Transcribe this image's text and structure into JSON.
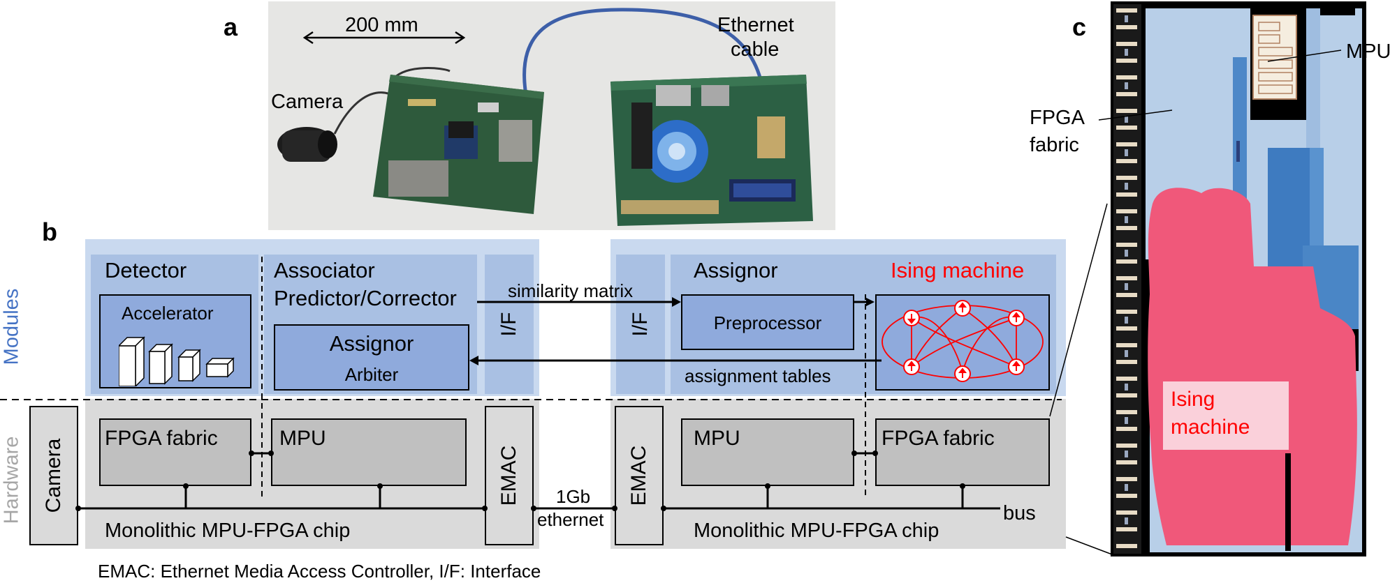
{
  "panels": {
    "a": "a",
    "b": "b",
    "c": "c"
  },
  "photo": {
    "scale_label": "200 mm",
    "camera_label": "Camera",
    "ethernet_label_line1": "Ethernet",
    "ethernet_label_line2": "cable"
  },
  "diagram": {
    "row_labels": {
      "modules": "Modules",
      "hardware": "Hardware"
    },
    "left": {
      "detector": "Detector",
      "accelerator": "Accelerator",
      "associator_line1": "Associator",
      "associator_line2": "Predictor/Corrector",
      "assignor": "Assignor",
      "arbiter": "Arbiter",
      "interface": "I/F",
      "camera": "Camera",
      "fpga_fabric": "FPGA fabric",
      "mpu": "MPU",
      "emac": "EMAC",
      "chip": "Monolithic MPU-FPGA chip"
    },
    "right": {
      "interface": "I/F",
      "assignor": "Assignor",
      "ising_machine": "Ising machine",
      "preprocessor": "Preprocessor",
      "assignment_tables": "assignment tables",
      "emac": "EMAC",
      "mpu": "MPU",
      "fpga_fabric": "FPGA fabric",
      "bus": "bus",
      "chip": "Monolithic MPU-FPGA chip"
    },
    "similarity_matrix": "similarity matrix",
    "link_line1": "1Gb",
    "link_line2": "ethernet",
    "footnote": "EMAC: Ethernet Media Access Controller, I/F: Interface"
  },
  "layout_view": {
    "mpu": "MPU",
    "fpga_line1": "FPGA",
    "fpga_line2": "fabric",
    "ising_line1": "Ising",
    "ising_line2": "machine"
  },
  "colors": {
    "module_bg": "#c9d9ef",
    "module_box": "#a9c0e3",
    "inner_box": "#8faadc",
    "hardware_bg": "#dadada",
    "hardware_box": "#c0c0c0",
    "ising_red": "#ff0000",
    "modules_text": "#4472c4",
    "hardware_text": "#a6a6a6",
    "ising_region": "#f0587a"
  }
}
